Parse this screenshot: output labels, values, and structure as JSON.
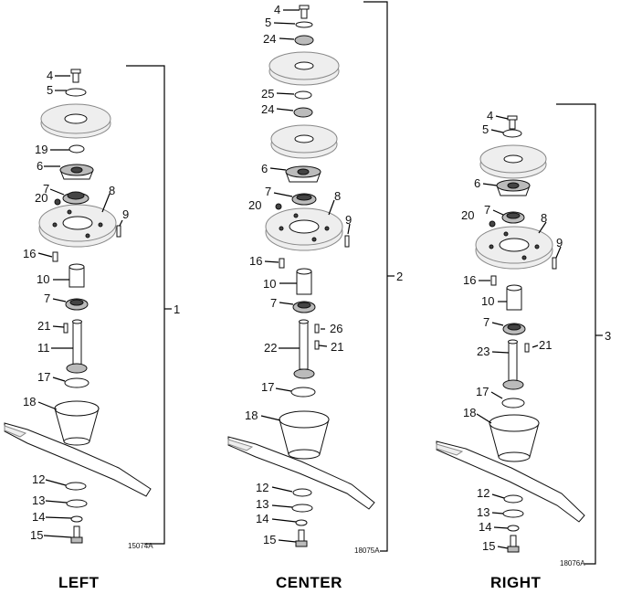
{
  "figure_title": "",
  "assemblies": [
    {
      "key": "left",
      "caption": "LEFT",
      "figure_number": "15074A",
      "bracket_label": "1",
      "labels": [
        "4",
        "5",
        "19",
        "6",
        "20",
        "7",
        "8",
        "9",
        "16",
        "10",
        "7",
        "21",
        "11",
        "17",
        "18",
        "12",
        "13",
        "14",
        "15"
      ]
    },
    {
      "key": "center",
      "caption": "CENTER",
      "figure_number": "18075A",
      "bracket_label": "2",
      "labels": [
        "4",
        "5",
        "24",
        "25",
        "24",
        "6",
        "7",
        "20",
        "8",
        "9",
        "16",
        "10",
        "7",
        "26",
        "22",
        "21",
        "17",
        "18",
        "12",
        "13",
        "14",
        "15"
      ]
    },
    {
      "key": "right",
      "caption": "RIGHT",
      "figure_number": "18076A",
      "bracket_label": "3",
      "labels": [
        "4",
        "5",
        "6",
        "7",
        "20",
        "8",
        "9",
        "16",
        "10",
        "7",
        "23",
        "21",
        "17",
        "18",
        "12",
        "13",
        "14",
        "15"
      ]
    }
  ]
}
